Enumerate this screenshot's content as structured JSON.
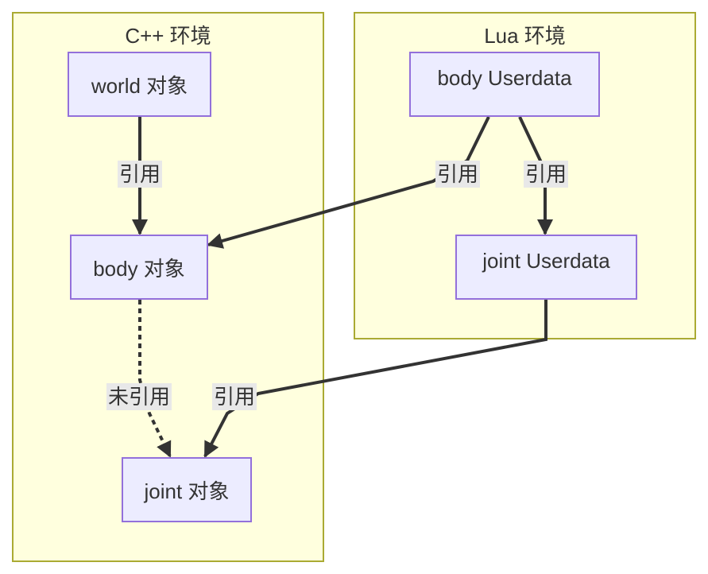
{
  "diagram": {
    "clusters": [
      {
        "id": "cpp",
        "title": "C++ 环境"
      },
      {
        "id": "lua",
        "title": "Lua 环境"
      }
    ],
    "nodes": [
      {
        "id": "world_obj",
        "label": "world 对象",
        "cluster": "cpp"
      },
      {
        "id": "body_obj",
        "label": "body 对象",
        "cluster": "cpp"
      },
      {
        "id": "joint_obj",
        "label": "joint 对象",
        "cluster": "cpp"
      },
      {
        "id": "body_ud",
        "label": "body Userdata",
        "cluster": "lua"
      },
      {
        "id": "joint_ud",
        "label": "joint Userdata",
        "cluster": "lua"
      }
    ],
    "edges": [
      {
        "from": "world_obj",
        "to": "body_obj",
        "label": "引用",
        "style": "solid"
      },
      {
        "from": "body_ud",
        "to": "body_obj",
        "label": "引用",
        "style": "solid"
      },
      {
        "from": "body_ud",
        "to": "joint_ud",
        "label": "引用",
        "style": "solid"
      },
      {
        "from": "body_obj",
        "to": "joint_obj",
        "label": "未引用",
        "style": "dotted"
      },
      {
        "from": "joint_ud",
        "to": "joint_obj",
        "label": "引用",
        "style": "solid"
      }
    ],
    "colors": {
      "cluster_fill": "#ffffde",
      "cluster_border": "#aaaa33",
      "node_fill": "#ececff",
      "node_border": "#9370db",
      "edge": "#333333",
      "label_bg": "#e8e8e8"
    }
  }
}
